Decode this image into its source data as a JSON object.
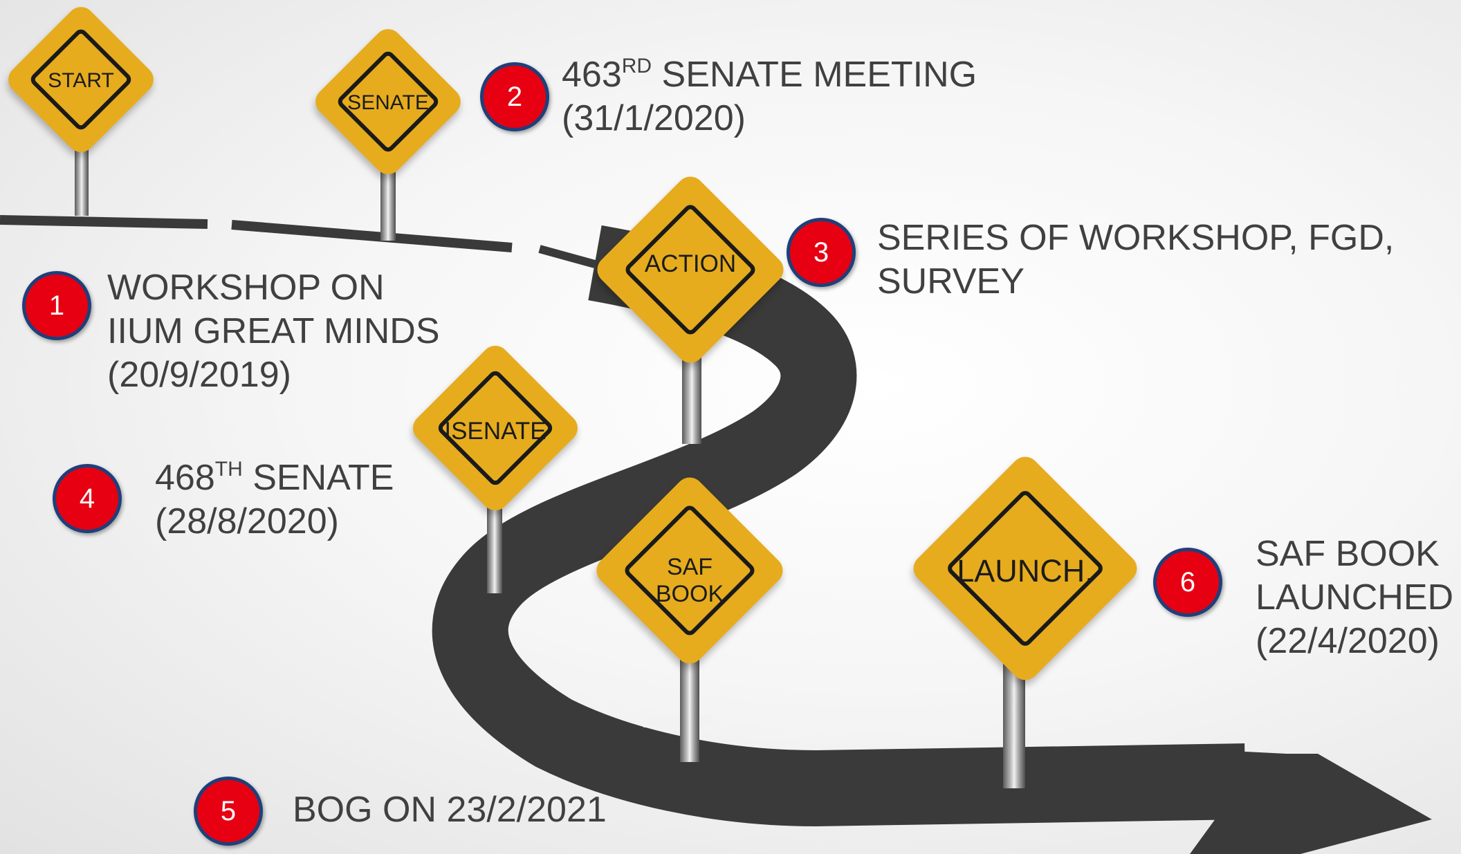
{
  "signs": {
    "start": "START",
    "senate": "SENATE",
    "action": "ACTION",
    "isenate": "ISENATE",
    "saf_book": "SAF\nBOOK",
    "launch": "LAUNCH."
  },
  "milestones": [
    {
      "number": "1",
      "lines": [
        "WORKSHOP ON",
        "IIUM GREAT MINDS",
        "(20/9/2019)"
      ]
    },
    {
      "number": "2",
      "prefix": "463",
      "sup": "RD",
      "suffix": " SENATE MEETING",
      "line2": "(31/1/2020)"
    },
    {
      "number": "3",
      "lines": [
        "SERIES OF WORKSHOP, FGD,",
        "SURVEY"
      ]
    },
    {
      "number": "4",
      "prefix": "468",
      "sup": "TH",
      "suffix": " SENATE",
      "line2": "(28/8/2020)"
    },
    {
      "number": "5",
      "lines": [
        "BOG ON 23/2/2021"
      ]
    },
    {
      "number": "6",
      "lines": [
        "SAF BOOK",
        "LAUNCHED",
        "(22/4/2020)"
      ]
    }
  ],
  "colors": {
    "sign": "#e6ac1e",
    "road": "#3a3a3a",
    "badge": "#e60012",
    "badge_border": "#1f3f7a",
    "text": "#404040"
  }
}
